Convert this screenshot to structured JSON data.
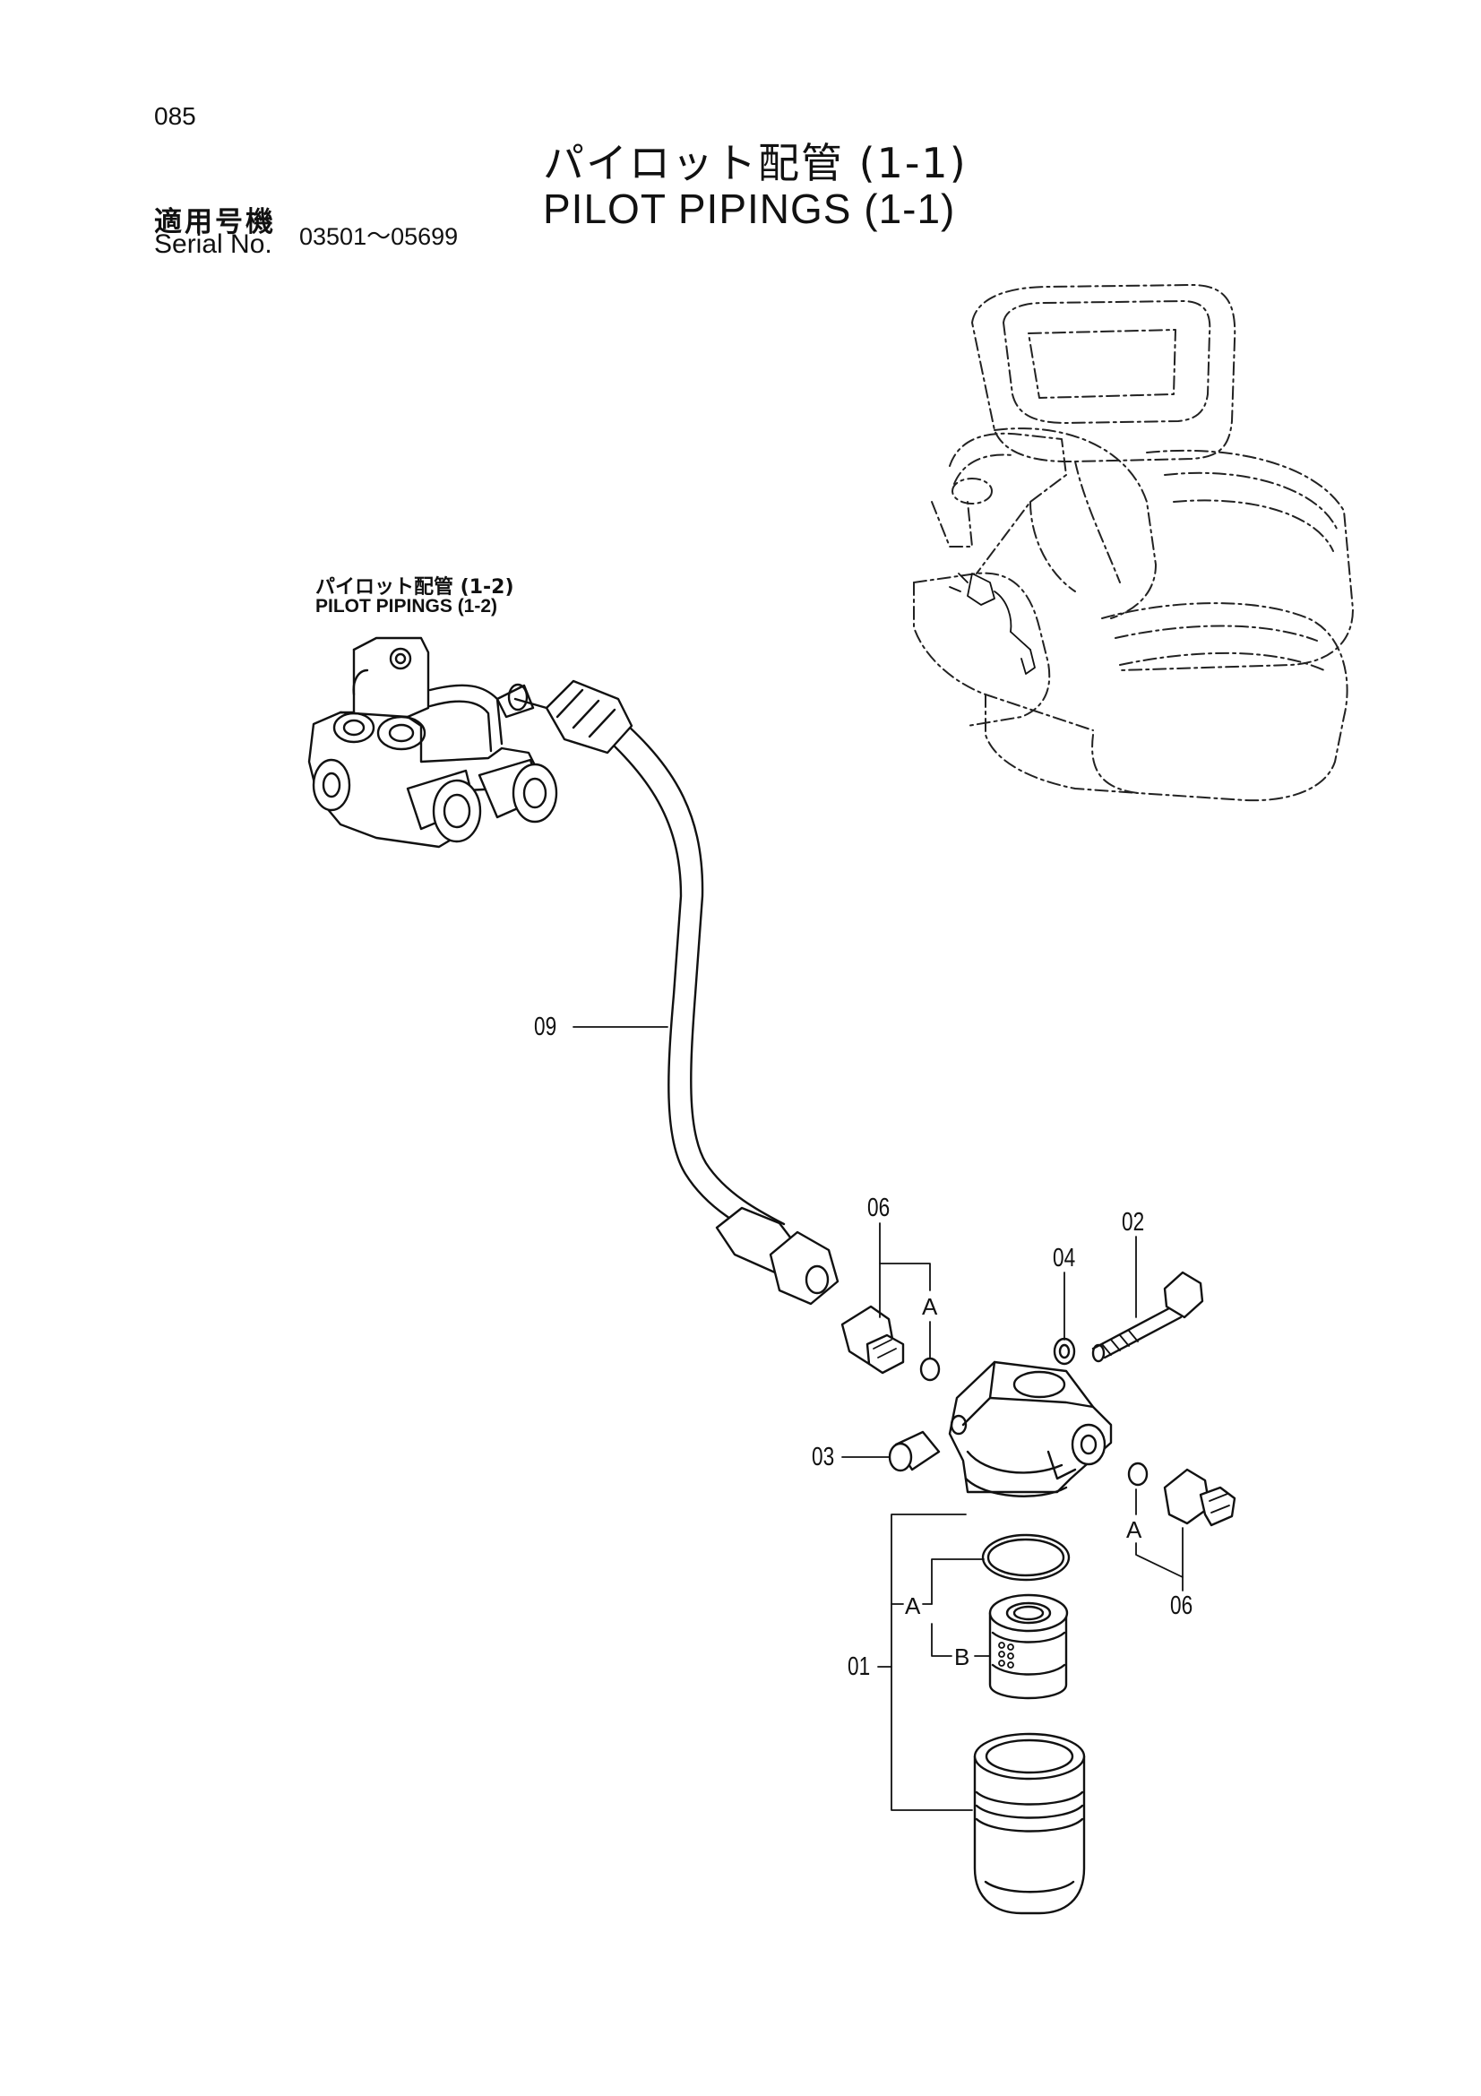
{
  "page": {
    "number": "085",
    "title_jp": "パイロット配管 (1-1)",
    "title_en": "PILOT PIPINGS (1-1)"
  },
  "serial": {
    "label_jp": "適用号機",
    "label_en": "Serial No.",
    "range": "03501～05699"
  },
  "reference": {
    "label_jp": "パイロット配管 (1-2)",
    "label_en": "PILOT PIPINGS (1-2)"
  },
  "callouts": {
    "p01": "01",
    "p02": "02",
    "p03": "03",
    "p04": "04",
    "p06_top": "06",
    "p06_bottom": "06",
    "p09": "09"
  },
  "kit_letters": {
    "a_top": "A",
    "a_right": "A",
    "a_filter": "A",
    "b_filter": "B"
  }
}
